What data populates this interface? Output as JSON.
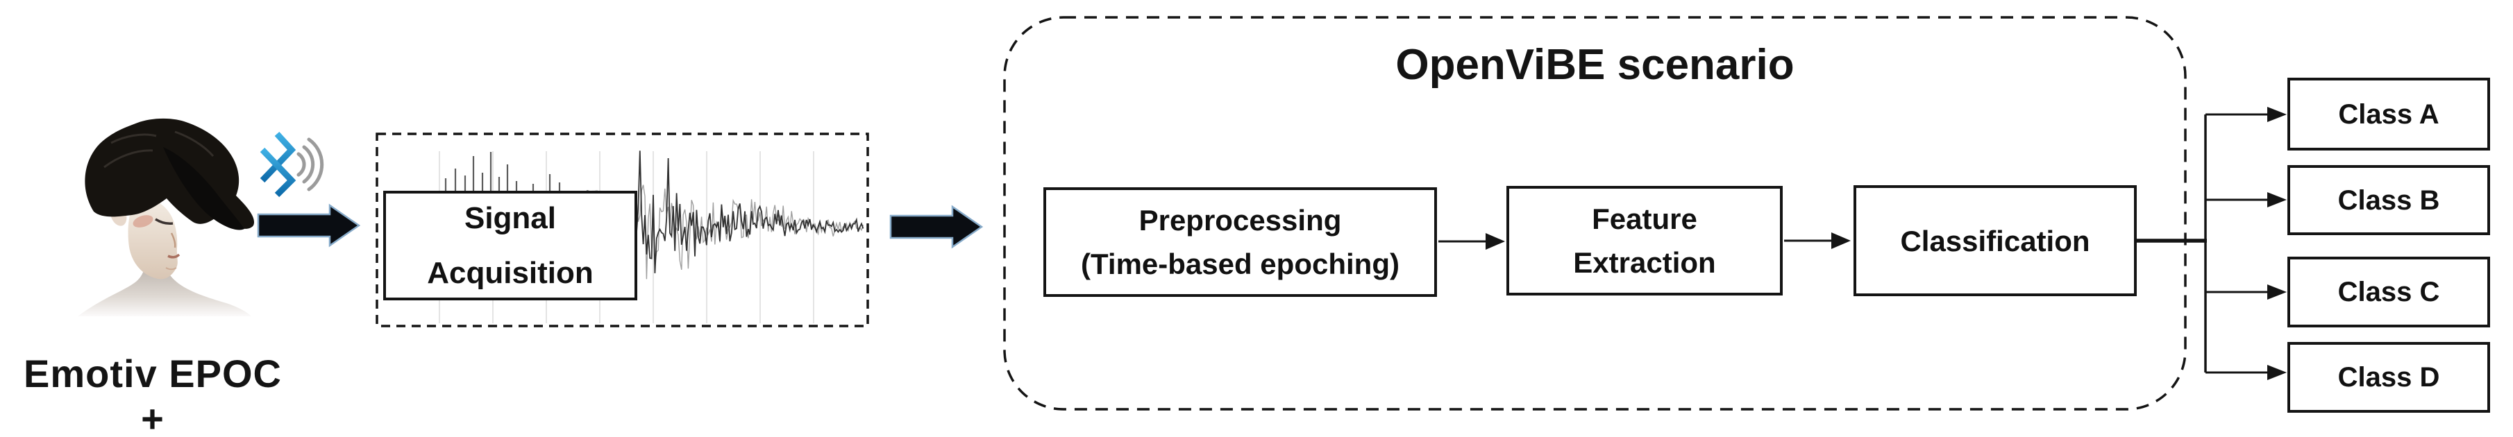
{
  "figure": {
    "device": {
      "label": "Emotiv EPOC +"
    },
    "acquisition": {
      "box_line1": "Signal",
      "box_line2": "Acquisition"
    },
    "openvibe": {
      "title": "OpenViBE scenario",
      "steps": [
        {
          "line1": "Preprocessing",
          "line2": "(Time-based epoching)"
        },
        {
          "line1": "Feature",
          "line2": "Extraction"
        },
        {
          "line1": "Classification",
          "line2": ""
        }
      ]
    },
    "outputs": {
      "classes": [
        "Class A",
        "Class B",
        "Class C",
        "Class D"
      ]
    },
    "icons": {
      "bluetooth": "bluetooth-icon",
      "wireless_waves": "wireless-signal-icon",
      "flow_arrow": "right-arrow-icon",
      "waveform": "eeg-waveform"
    },
    "colors": {
      "bluetooth_blue": "#1b8ac6",
      "wave_gray": "#9b9b9b",
      "line_black": "#141414",
      "arrow_outline_blue": "#86aac9",
      "gridline_gray": "#e4e4e4"
    }
  }
}
